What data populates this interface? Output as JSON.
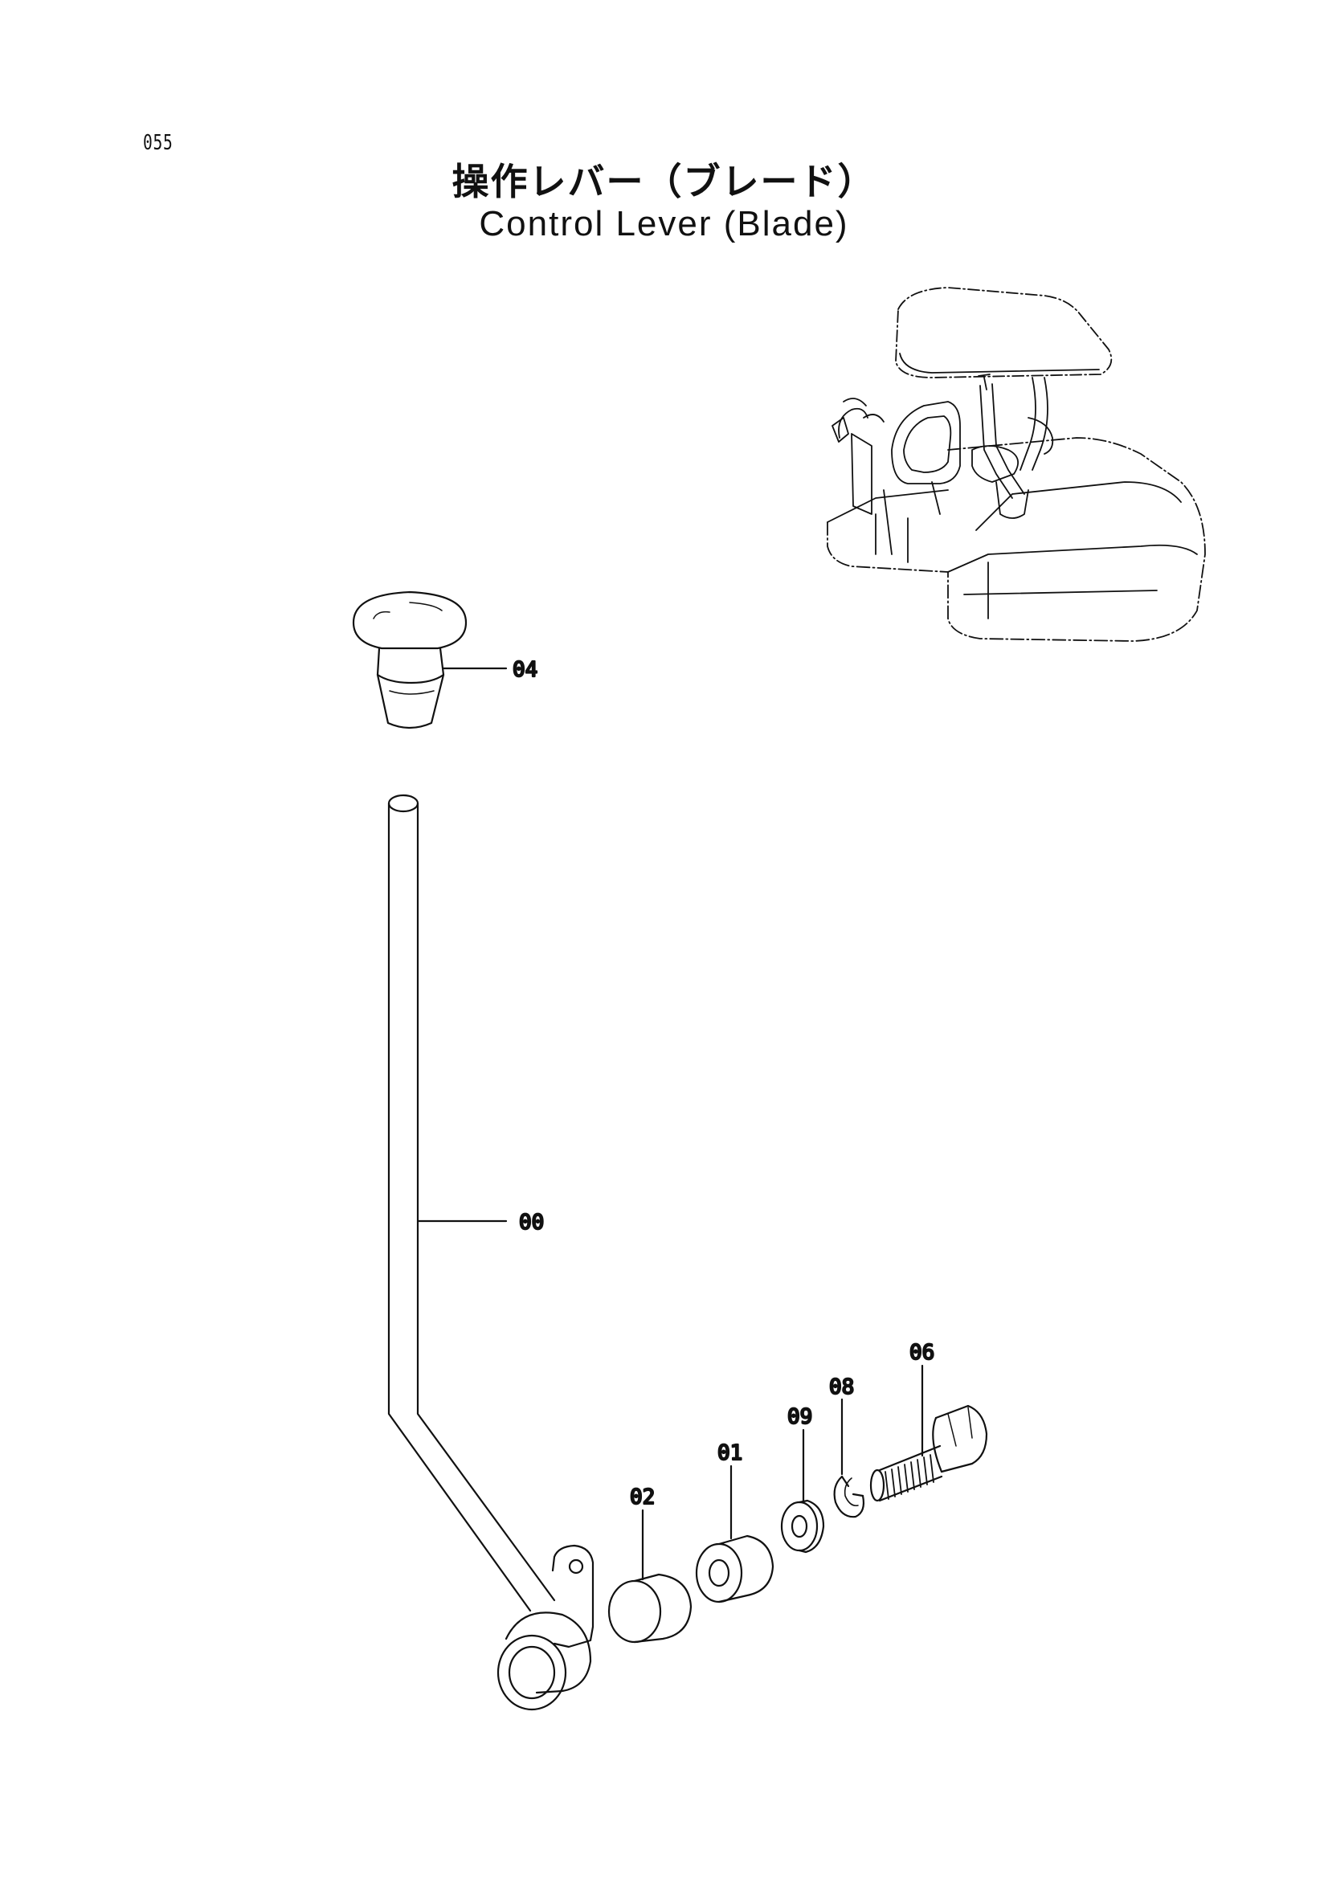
{
  "page_number": "055",
  "title_jp": "操作レバー（ブレード）",
  "title_en": "Control Lever (Blade)",
  "callouts": {
    "c04": "04",
    "c00": "00",
    "c06": "06",
    "c08": "08",
    "c09": "09",
    "c01": "01",
    "c02": "02"
  }
}
